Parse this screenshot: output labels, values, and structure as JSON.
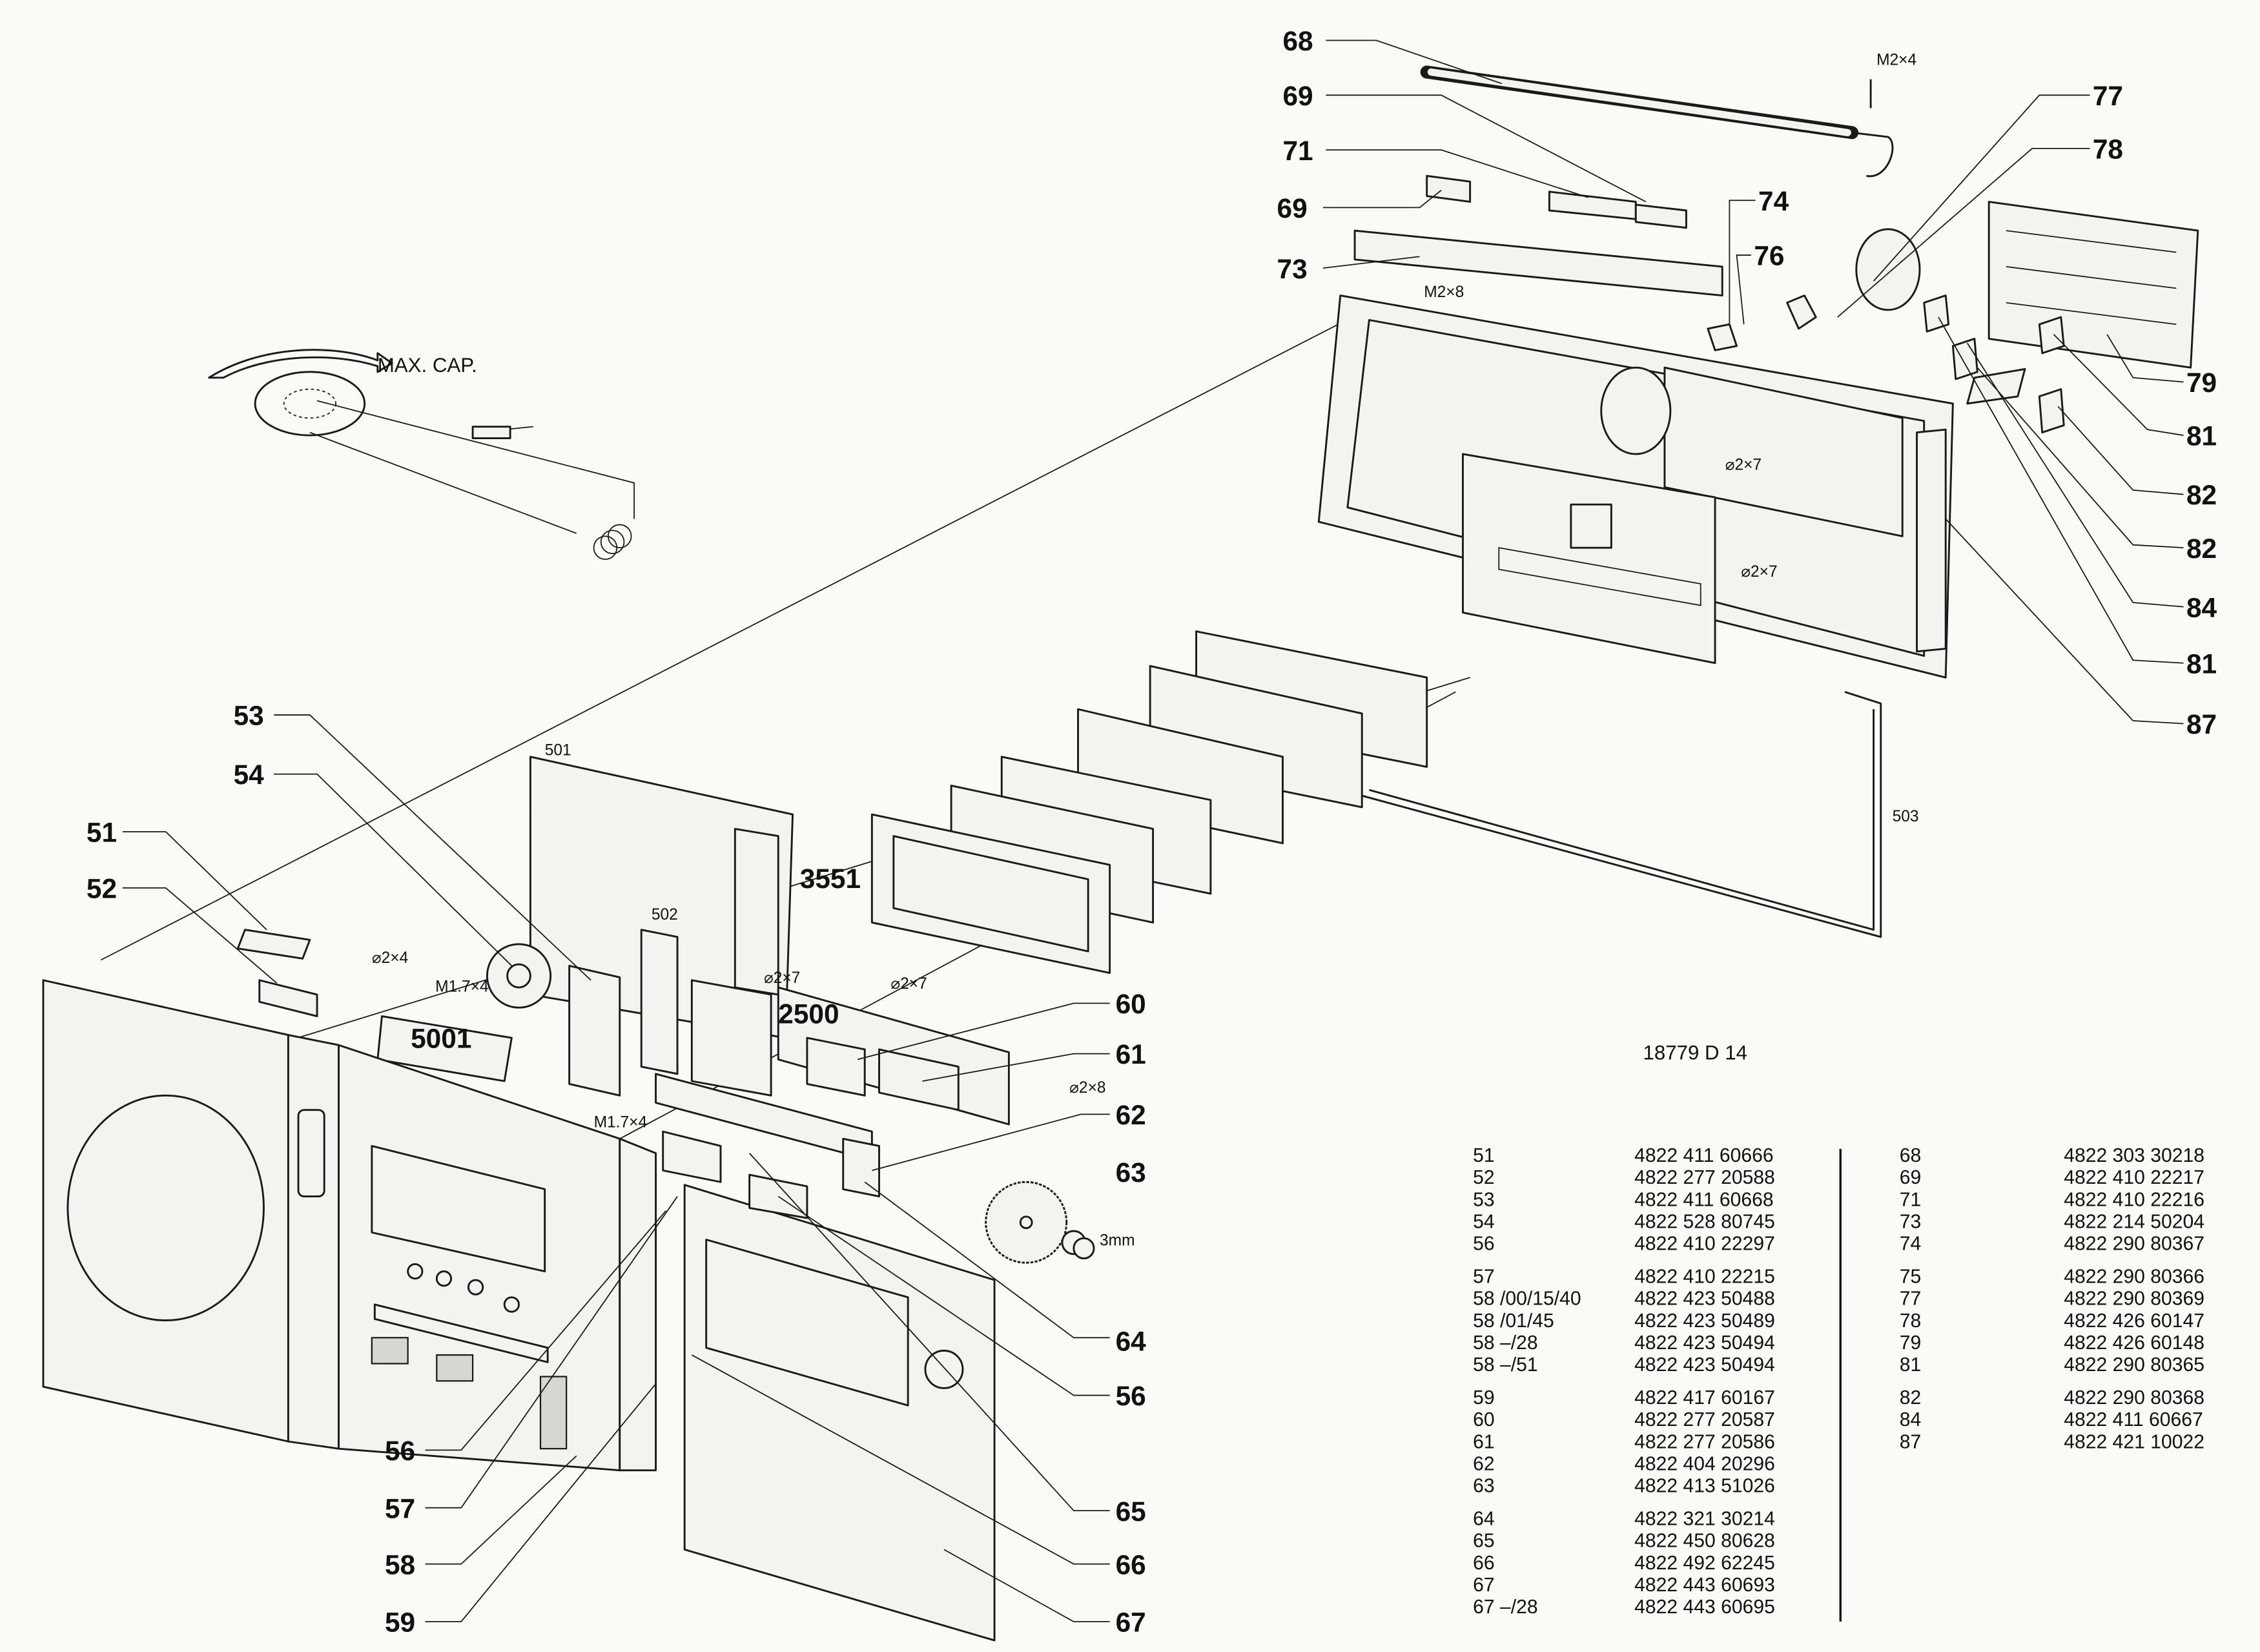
{
  "drawing_reference": "18779 D 14",
  "dial_label": "MAX. CAP.",
  "callouts": [
    "68",
    "69",
    "71",
    "69",
    "73",
    "77",
    "78",
    "74",
    "76",
    "79",
    "81",
    "82",
    "82",
    "84",
    "81",
    "87",
    "53",
    "54",
    "51",
    "52",
    "60",
    "61",
    "62",
    "63",
    "64",
    "56",
    "65",
    "66",
    "67",
    "56",
    "57",
    "58",
    "59"
  ],
  "component_labels": [
    "501",
    "502",
    "503",
    "3551",
    "2500",
    "5001"
  ],
  "screw_labels": [
    "M2×4",
    "M2×8",
    "⌀2×7",
    "⌀2×7",
    "⌀2×4",
    "M1.7×4",
    "⌀2×7",
    "⌀2×7",
    "⌀2×8",
    "M1.7×4",
    "3mm"
  ],
  "parts_list": {
    "left_column": [
      [
        {
          "item": "51",
          "code": "4822 411 60666"
        },
        {
          "item": "52",
          "code": "4822 277 20588"
        },
        {
          "item": "53",
          "code": "4822 411 60668"
        },
        {
          "item": "54",
          "code": "4822 528 80745"
        },
        {
          "item": "56",
          "code": "4822 410 22297"
        }
      ],
      [
        {
          "item": "57",
          "code": "4822 410 22215"
        },
        {
          "item": "58 /00/15/40",
          "code": "4822 423 50488"
        },
        {
          "item": "58 /01/45",
          "code": "4822 423 50489"
        },
        {
          "item": "58 –/28",
          "code": "4822 423 50494"
        },
        {
          "item": "58 –/51",
          "code": "4822 423 50494"
        }
      ],
      [
        {
          "item": "59",
          "code": "4822 417 60167"
        },
        {
          "item": "60",
          "code": "4822 277 20587"
        },
        {
          "item": "61",
          "code": "4822 277 20586"
        },
        {
          "item": "62",
          "code": "4822 404 20296"
        },
        {
          "item": "63",
          "code": "4822 413 51026"
        }
      ],
      [
        {
          "item": "64",
          "code": "4822 321 30214"
        },
        {
          "item": "65",
          "code": "4822 450 80628"
        },
        {
          "item": "66",
          "code": "4822 492 62245"
        },
        {
          "item": "67",
          "code": "4822 443 60693"
        },
        {
          "item": "67 –/28",
          "code": "4822 443 60695"
        }
      ]
    ],
    "right_column": [
      [
        {
          "item": "68",
          "code": "4822 303 30218"
        },
        {
          "item": "69",
          "code": "4822 410 22217"
        },
        {
          "item": "71",
          "code": "4822 410 22216"
        },
        {
          "item": "73",
          "code": "4822 214 50204"
        },
        {
          "item": "74",
          "code": "4822 290 80367"
        }
      ],
      [
        {
          "item": "75",
          "code": "4822 290 80366"
        },
        {
          "item": "77",
          "code": "4822 290 80369"
        },
        {
          "item": "78",
          "code": "4822 426 60147"
        },
        {
          "item": "79",
          "code": "4822 426 60148"
        },
        {
          "item": "81",
          "code": "4822 290 80365"
        }
      ],
      [
        {
          "item": "82",
          "code": "4822 290 80368"
        },
        {
          "item": "84",
          "code": "4822 411 60667"
        },
        {
          "item": "87",
          "code": "4822 421 10022"
        }
      ]
    ]
  }
}
